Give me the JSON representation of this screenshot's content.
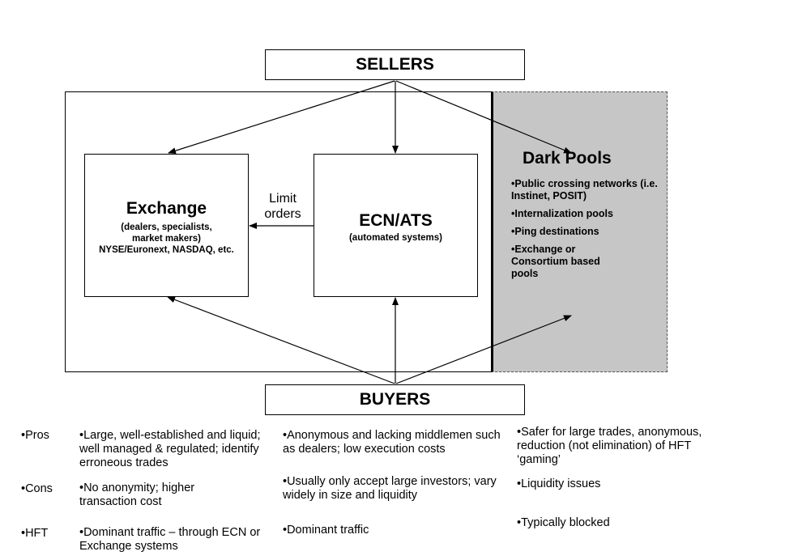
{
  "diagram": {
    "sellers": "SELLERS",
    "buyers": "BUYERS",
    "exchange": {
      "title": "Exchange",
      "sub1": "(dealers, specialists,",
      "sub2": "market makers)",
      "sub3": "NYSE/Euronext, NASDAQ, etc."
    },
    "ecn": {
      "title": "ECN/ATS",
      "sub": "(automated systems)"
    },
    "limit_orders": [
      "Limit",
      "orders"
    ],
    "dark_pools": {
      "title": "Dark Pools",
      "items": [
        "•Public crossing networks (i.e. Instinet, POSIT)",
        "•Internalization pools",
        "•Ping destinations",
        "•Exchange or Consortium based pools"
      ]
    }
  },
  "table": {
    "rows": [
      {
        "label": "•Pros",
        "exchange": "•Large, well-established and liquid; well managed & regulated; identify erroneous trades",
        "ecn": "•Anonymous and lacking middlemen such as dealers; low execution costs",
        "dark": "•Safer for large trades, anonymous, reduction (not elimination) of HFT ‘gaming’"
      },
      {
        "label": "•Cons",
        "exchange": "•No anonymity; higher transaction cost",
        "ecn": "•Usually only accept large investors; vary widely in size and liquidity",
        "dark": "•Liquidity issues"
      },
      {
        "label": "•HFT",
        "exchange": "•Dominant traffic – through ECN or Exchange systems",
        "ecn": "•Dominant traffic",
        "dark": "•Typically blocked"
      }
    ]
  }
}
